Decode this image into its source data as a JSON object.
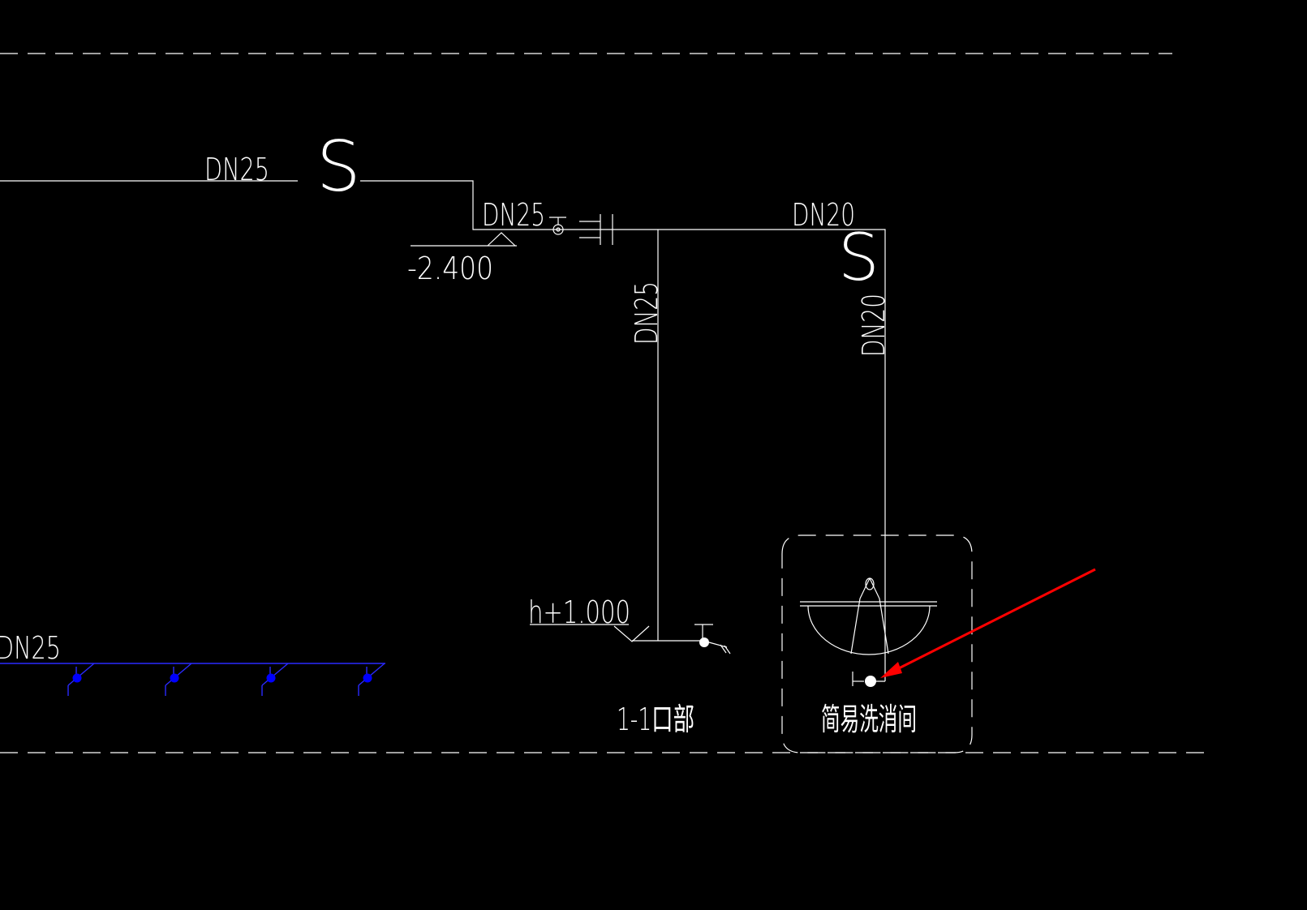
{
  "drawing": {
    "background_color": "#000000",
    "line_color": "#ffffff",
    "branch_color": "#0000ff",
    "pointer_color": "#ff0000",
    "labels": {
      "pipe_top_left": "DN25",
      "pipe_upper_mid": "DN25",
      "pipe_upper_right": "DN20",
      "riser_left": "DN25",
      "riser_right": "DN20",
      "pipe_bottom_left": "DN25",
      "elevation_top": "-2.400",
      "elevation_bottom": "h+1.000",
      "section_label": "1-1口部",
      "room_label": "简易洗消间"
    },
    "symbols": {
      "trap_top": "S",
      "trap_right": "S"
    },
    "icons": {
      "valve": "gate-valve-icon",
      "union": "pipe-union-icon",
      "washbasin": "washbasin-icon",
      "faucet": "faucet-icon",
      "sprinkler": "sprinkler-head-icon",
      "pointer": "red-arrow-icon"
    }
  }
}
